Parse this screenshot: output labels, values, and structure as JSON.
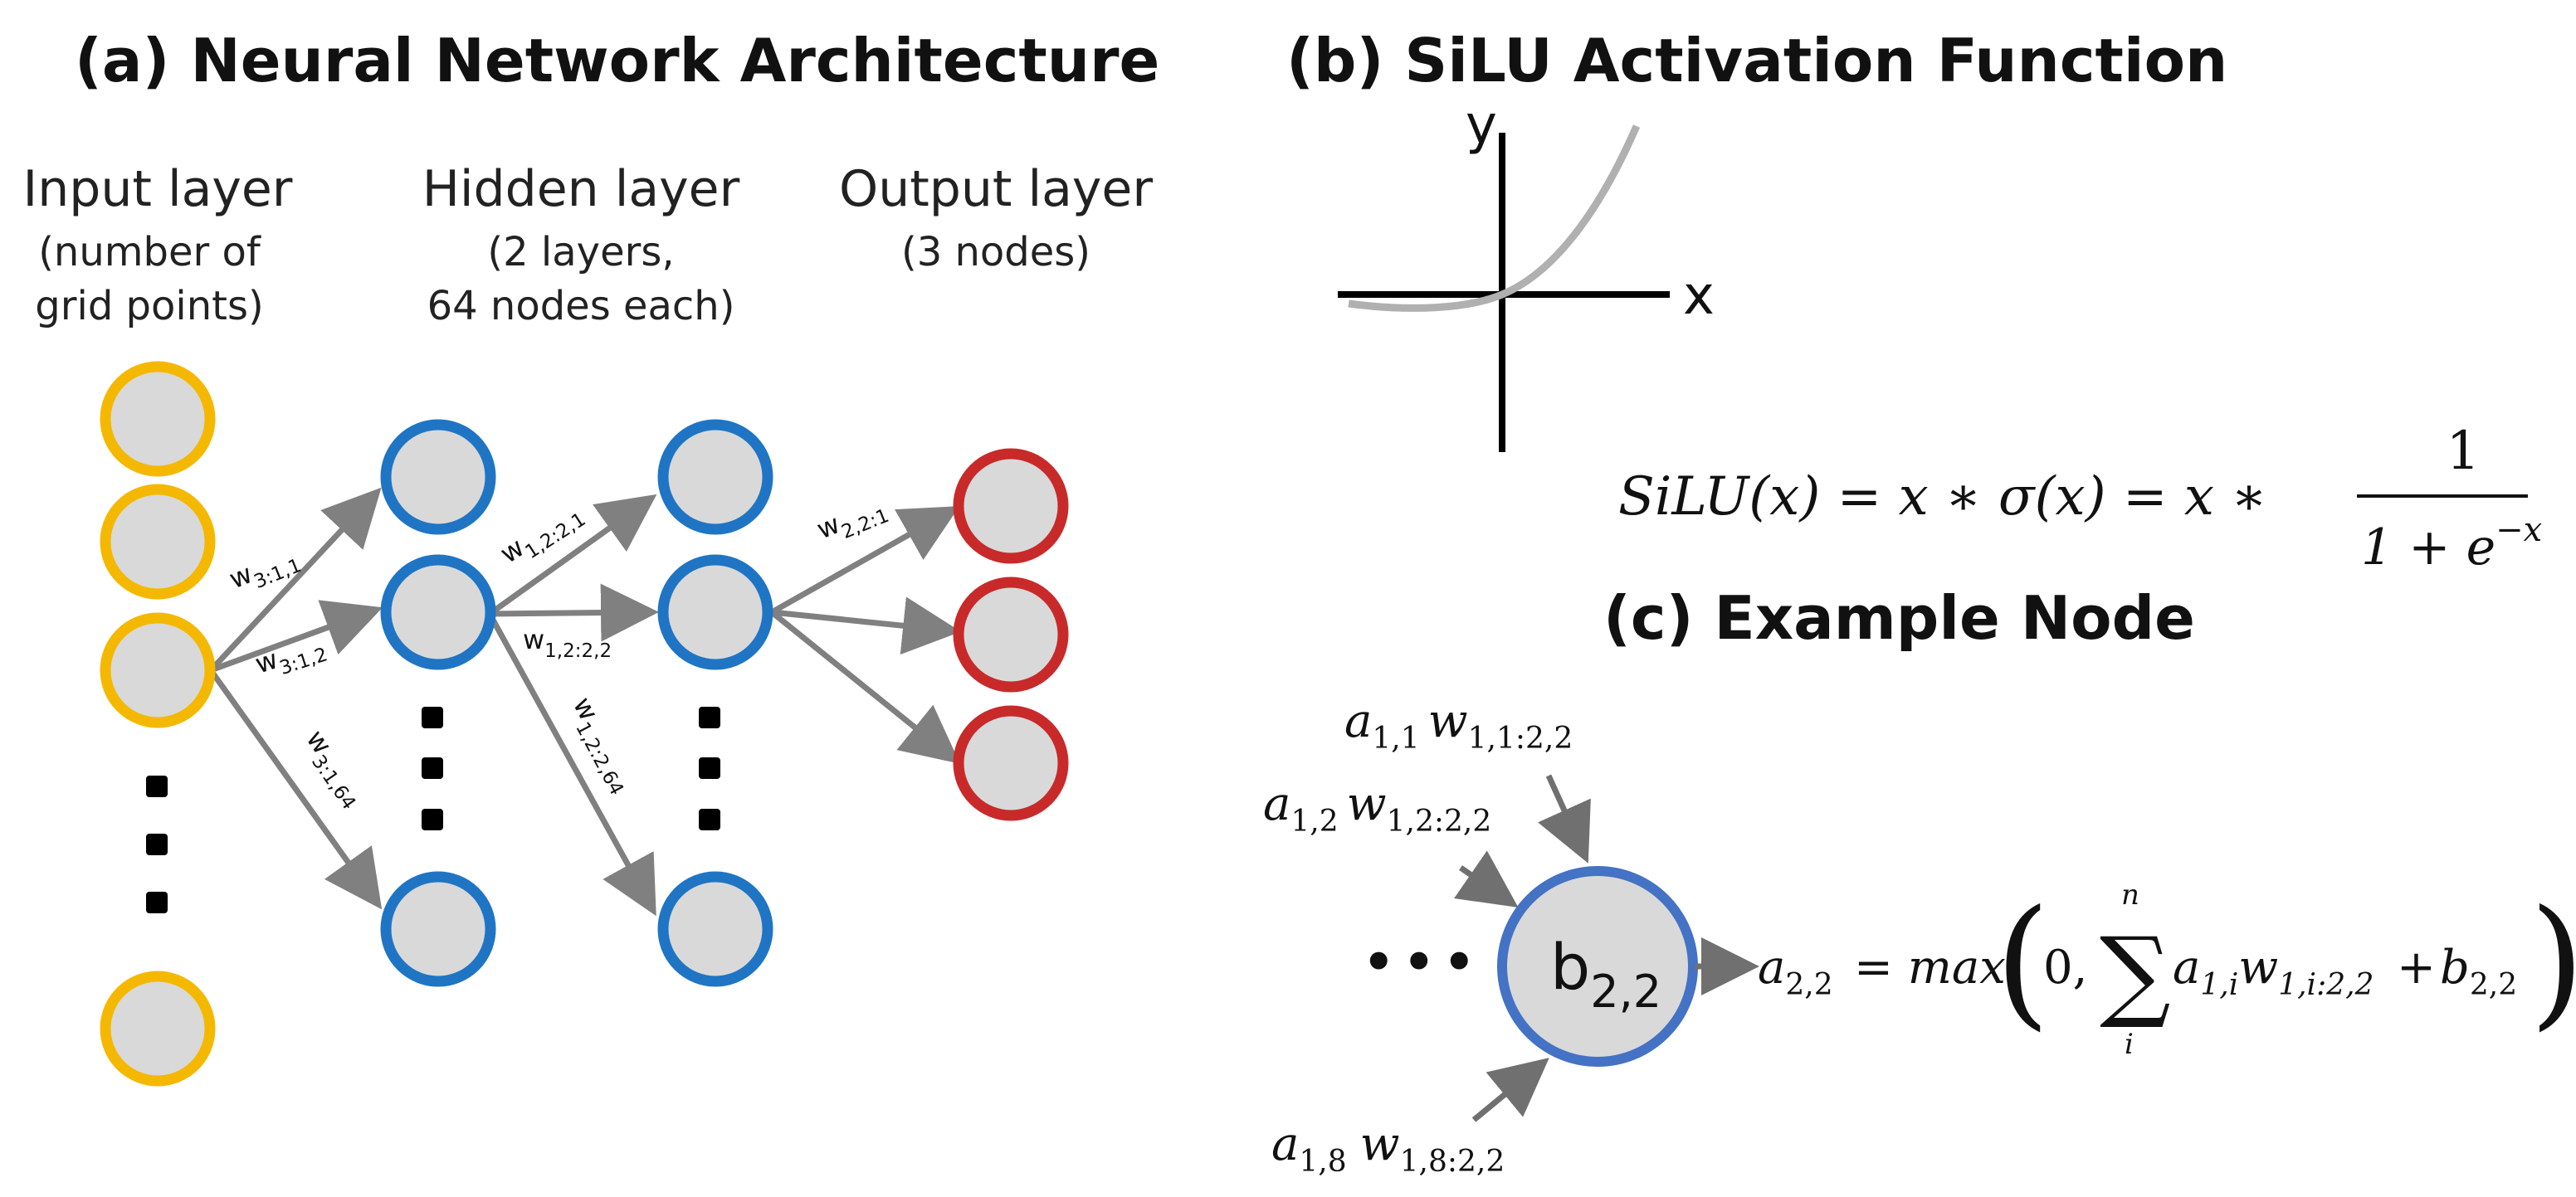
{
  "panel_a": {
    "title": "(a) Neural Network Architecture",
    "input": {
      "label": "Input layer",
      "line1": "(number of",
      "line2": "grid points)"
    },
    "hidden": {
      "label": "Hidden layer",
      "line1": "(2 layers,",
      "line2": "64 nodes each)"
    },
    "output": {
      "label": "Output layer",
      "line1": "(3 nodes)"
    },
    "weights": [
      {
        "base": "w",
        "sub": "3:1,1"
      },
      {
        "base": "w",
        "sub": "3:1,2"
      },
      {
        "base": "w",
        "sub": "3:1,64"
      },
      {
        "base": "w",
        "sub": "1,2:2,1"
      },
      {
        "base": "w",
        "sub": "1,2:2,2"
      },
      {
        "base": "w",
        "sub": "1,2:2,64"
      },
      {
        "base": "w",
        "sub": "2,2:1"
      }
    ],
    "colors": {
      "input": "#f5b800",
      "hidden": "#1f75c4",
      "output": "#c82a2a",
      "node_fill": "#d9d9d9",
      "arrow": "#808080"
    }
  },
  "panel_b": {
    "title": "(b) SiLU Activation Function",
    "x_label": "x",
    "y_label": "y",
    "equation": {
      "lhs": "SiLU(x) = x ∗ σ(x) = x ∗",
      "numerator": "1",
      "denominator": "1 + e",
      "exponent": "−x"
    }
  },
  "panel_c": {
    "title": "(c) Example Node",
    "node_label": {
      "base": "b",
      "sub": "2,2"
    },
    "inputs": [
      {
        "a": "a",
        "a_sub": "1,1",
        "w": "w",
        "w_sub": "1,1:2,2"
      },
      {
        "a": "a",
        "a_sub": "1,2",
        "w": "w",
        "w_sub": "1,2:2,2"
      },
      {
        "a": "a",
        "a_sub": "1,8",
        "w": "w",
        "w_sub": "1,8:2,2"
      }
    ],
    "ellipsis": "•••",
    "output_eq": {
      "lhs": "a",
      "lhs_sub": "2,2",
      "eq": "= max",
      "zero": "0,",
      "sigma": "∑",
      "sigma_top": "n",
      "sigma_bottom": "i",
      "term_a": "a",
      "term_a_sub": "1,i",
      "term_w": "w",
      "term_w_sub": "1,i:2,2",
      "plus": "+",
      "term_b": "b",
      "term_b_sub": "2,2"
    },
    "colors": {
      "node_stroke": "#4472c4",
      "node_fill": "#d9d9d9",
      "arrow": "#707070"
    }
  }
}
